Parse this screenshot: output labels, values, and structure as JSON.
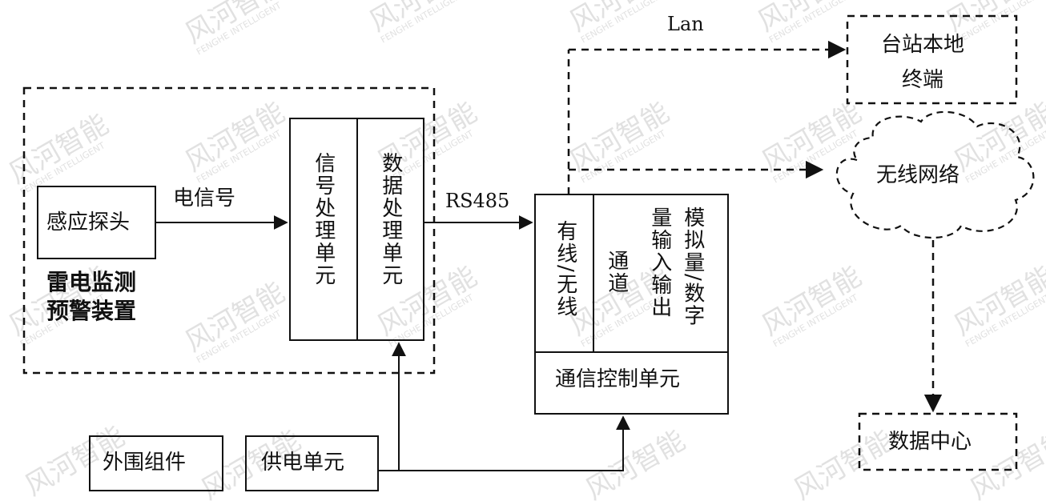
{
  "watermark": {
    "text": "风河智能",
    "subtext": "FENGHE INTELLIGENT"
  },
  "device": {
    "title_line1": "雷电监测",
    "title_line2": "预警装置"
  },
  "probe": {
    "label": "感应探头"
  },
  "signal_label": "电信号",
  "signal_unit": {
    "label": "信号处理单元"
  },
  "data_unit": {
    "label": "数据处理单元"
  },
  "rs485_label": "RS485",
  "comm_block": {
    "wired_wireless": "有线/无线",
    "channel": "通道",
    "analog_io_line1": "模拟量/数字",
    "analog_io_line2": "量输入输出",
    "control_unit": "通信控制单元"
  },
  "lan_label": "Lan",
  "station_terminal": {
    "line1": "台站本地",
    "line2": "终端"
  },
  "wireless_network": {
    "label": "无线网络"
  },
  "data_center": {
    "label": "数据中心"
  },
  "peripheral": {
    "label": "外围组件"
  },
  "power_unit": {
    "label": "供电单元"
  }
}
